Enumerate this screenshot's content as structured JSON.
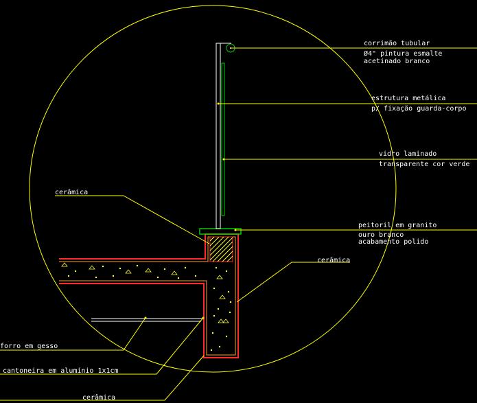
{
  "colors": {
    "background": "#000000",
    "leader": "#ffff00",
    "railing": "#ffffff",
    "glass": "#00cc00",
    "slab_outline": "#ff2a2a",
    "hatch": "#ffff33",
    "text": "#ffffff"
  },
  "labels": {
    "corrimao_1": "corrimão tubular",
    "corrimao_2": "Ø4\" pintura esmalte",
    "corrimao_3": "acetinado branco",
    "estrutura_1": "estrutura metálica",
    "estrutura_2": "p/ fixação guarda-corpo",
    "vidro_1": "vidro laminado",
    "vidro_2": "transparente cor verde",
    "peitoril_1": "peitoril em granito",
    "peitoril_2": "ouro branco",
    "peitoril_3": "acabamento polido",
    "ceramica_top": "cerâmica",
    "ceramica_right": "cerâmica",
    "forro": "forro em gesso",
    "cantoneira": "cantoneira em alumínio 1x1cm",
    "ceramica_bottom": "cerâmica"
  }
}
